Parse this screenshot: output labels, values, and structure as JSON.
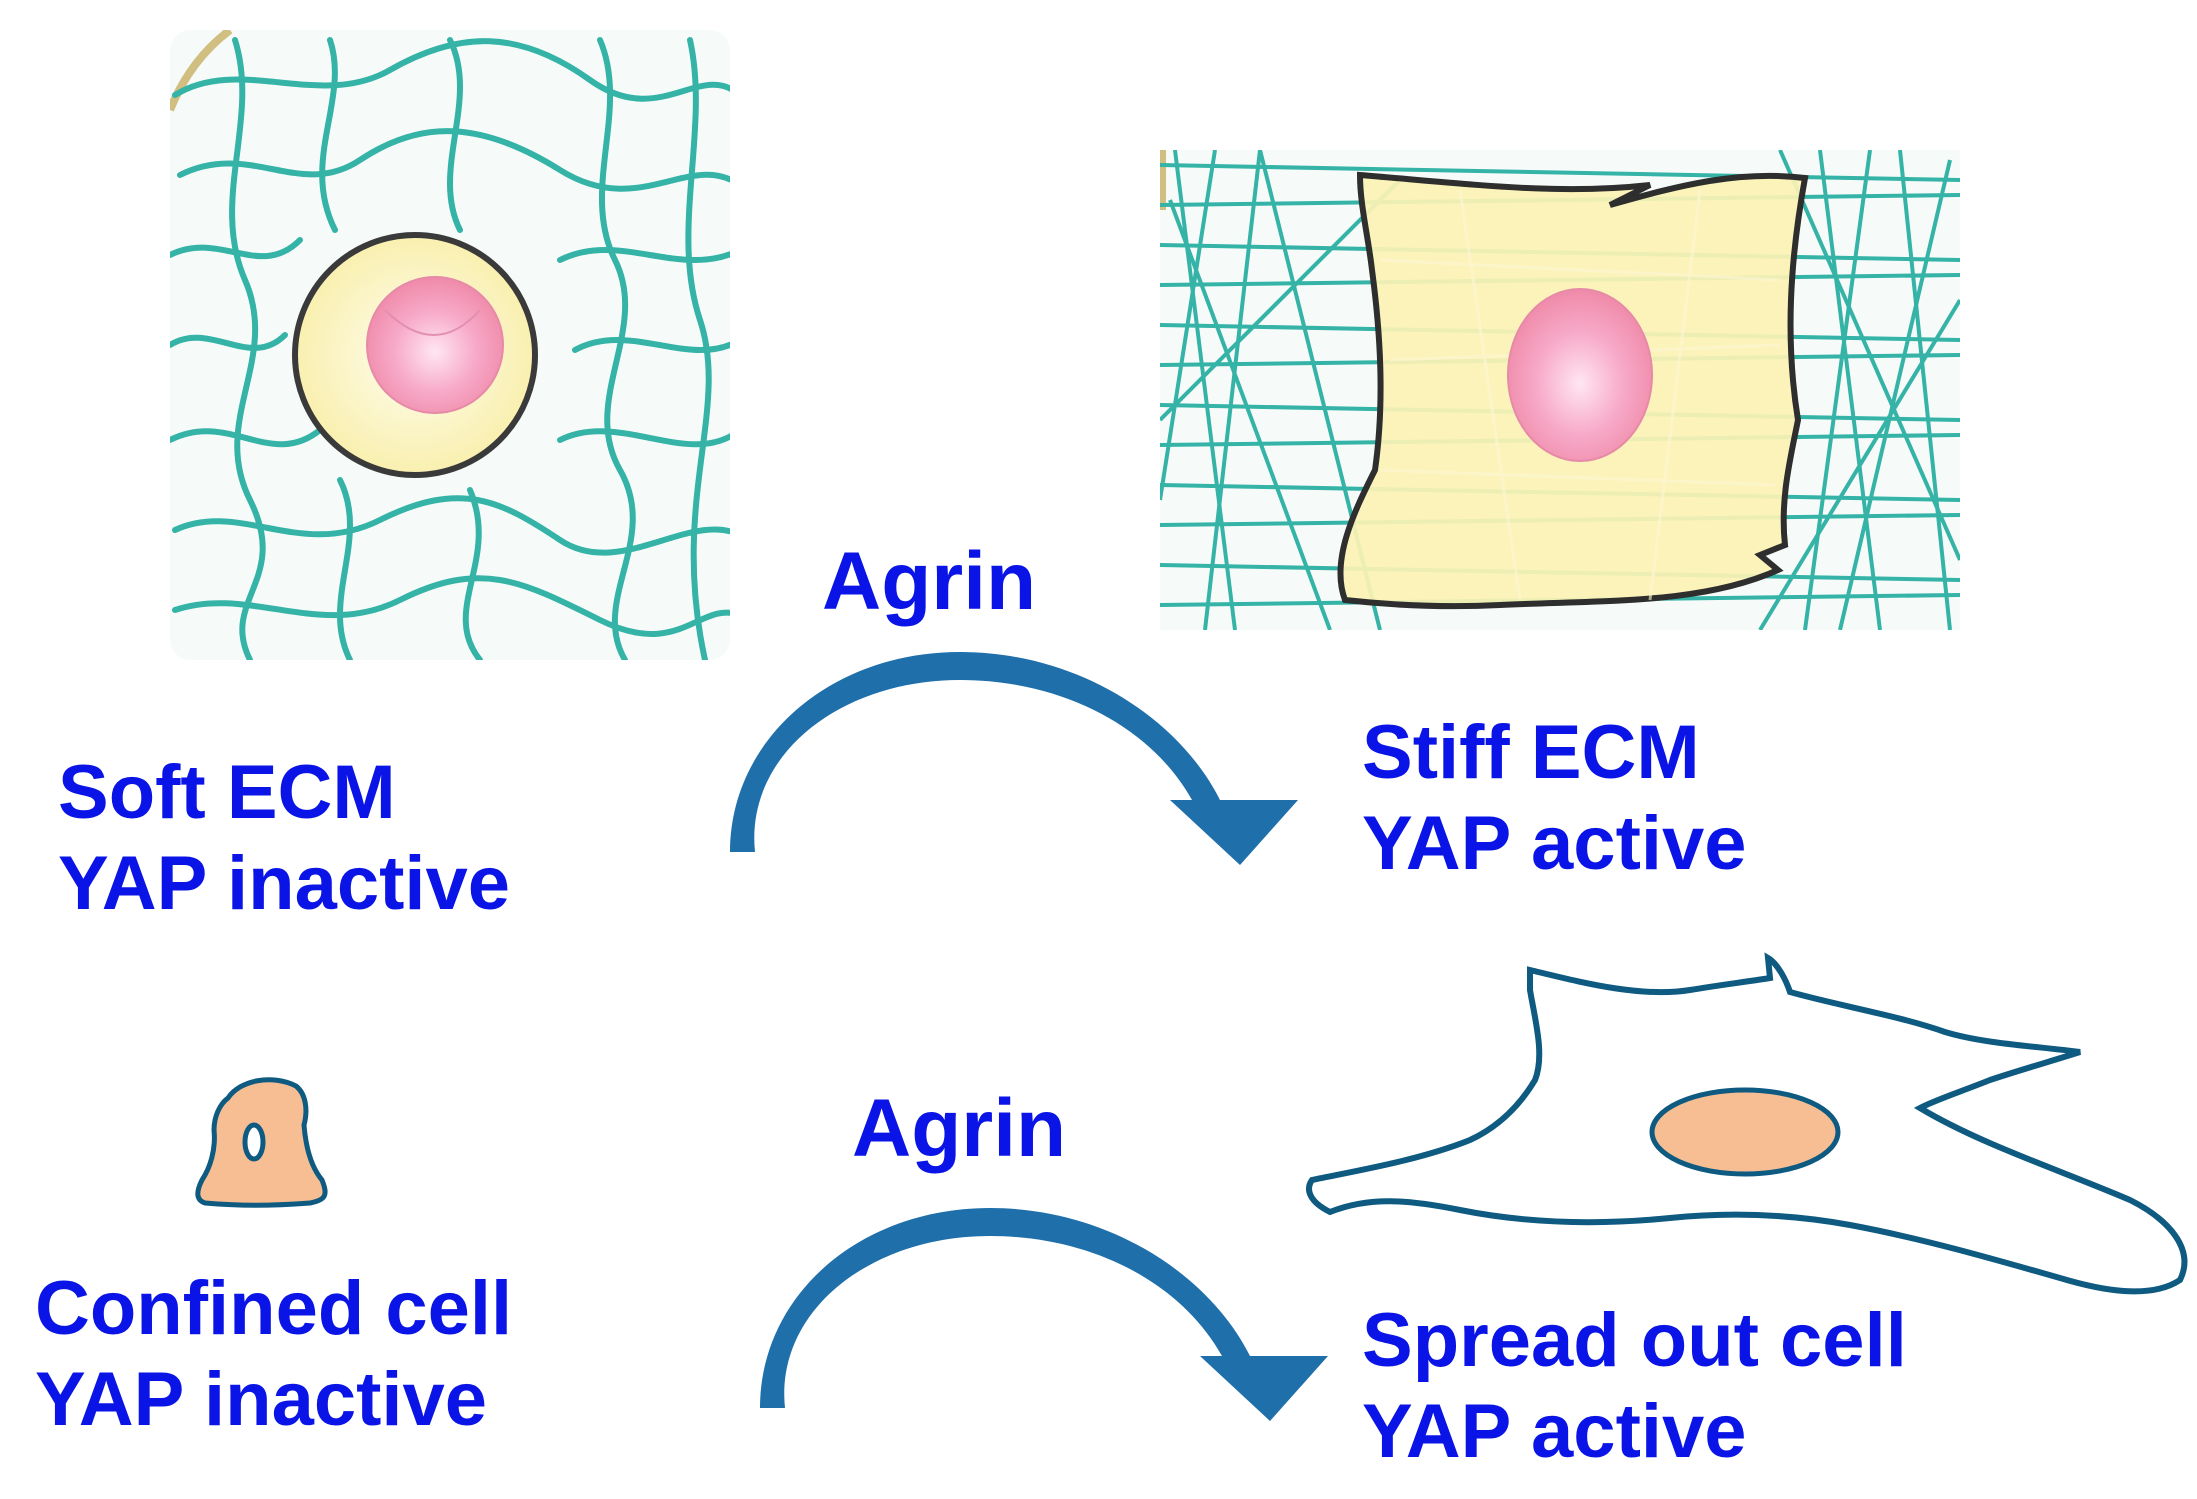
{
  "colors": {
    "text": "#0a14e6",
    "fiber": "#34b3a6",
    "arrow": "#1f6fab",
    "cytoplasm": "#fbf4c2",
    "nucleus": "#f59bb8",
    "cell_orange": "#f6be92",
    "cell_outline": "#0e5a80"
  },
  "icons": [
    "soft-ecm-panel",
    "stiff-ecm-panel",
    "confined-cell-icon",
    "spread-cell-icon",
    "curved-arrow-icon"
  ],
  "top": {
    "left": {
      "line1": "Soft ECM",
      "line2": "YAP inactive"
    },
    "arrow_label": "Agrin",
    "right": {
      "line1": "Stiff ECM",
      "line2": "YAP active"
    }
  },
  "bottom": {
    "left": {
      "line1": "Confined cell",
      "line2": "YAP inactive"
    },
    "arrow_label": "Agrin",
    "right": {
      "line1": "Spread out cell",
      "line2": "YAP active"
    }
  }
}
